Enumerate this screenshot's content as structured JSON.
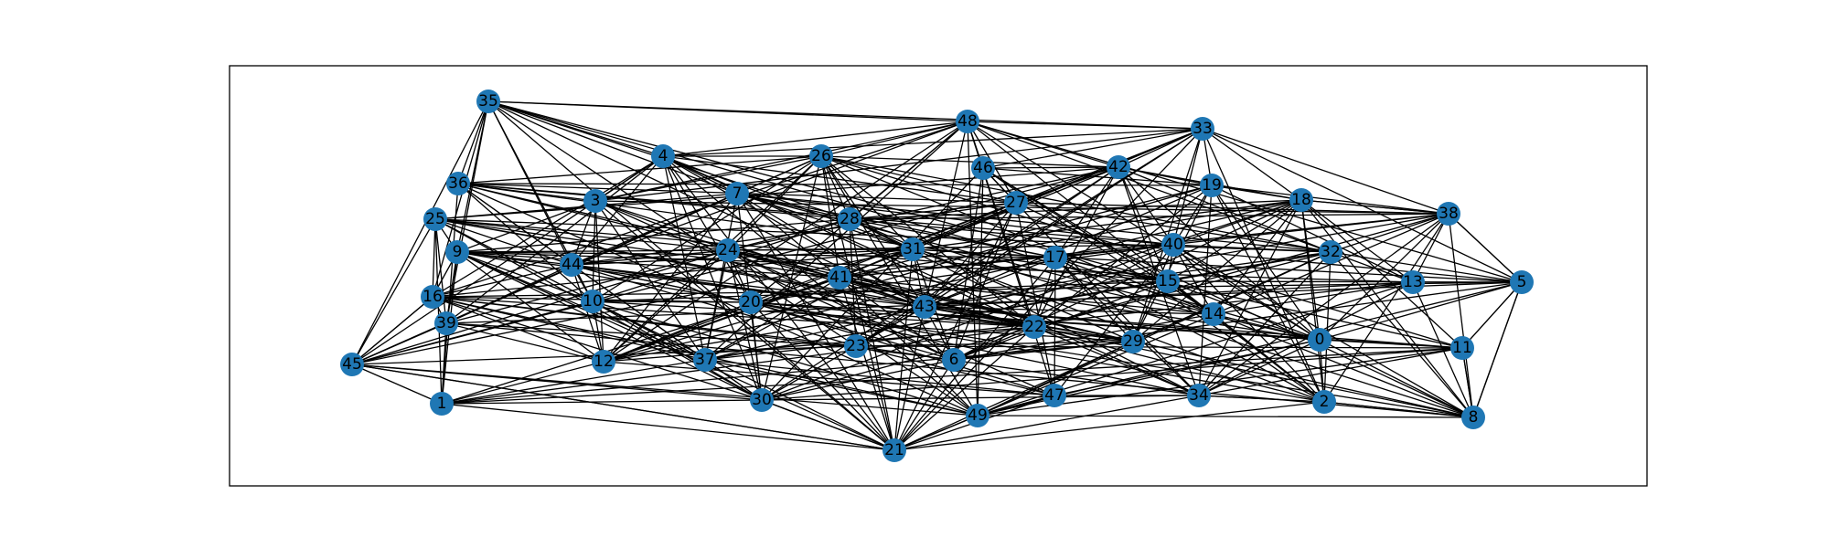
{
  "figure": {
    "type": "network-graph",
    "node_color": "#1f77b4",
    "edge_color": "#000000",
    "background": "#ffffff",
    "node_ids": [
      "0",
      "1",
      "2",
      "3",
      "4",
      "5",
      "6",
      "7",
      "8",
      "9",
      "10",
      "11",
      "12",
      "13",
      "14",
      "15",
      "16",
      "17",
      "18",
      "19",
      "20",
      "21",
      "22",
      "23",
      "24",
      "25",
      "26",
      "27",
      "28",
      "29",
      "30",
      "31",
      "32",
      "33",
      "34",
      "35",
      "36",
      "37",
      "38",
      "39",
      "40",
      "41",
      "42",
      "43",
      "44",
      "45",
      "46",
      "47",
      "48",
      "49"
    ]
  }
}
